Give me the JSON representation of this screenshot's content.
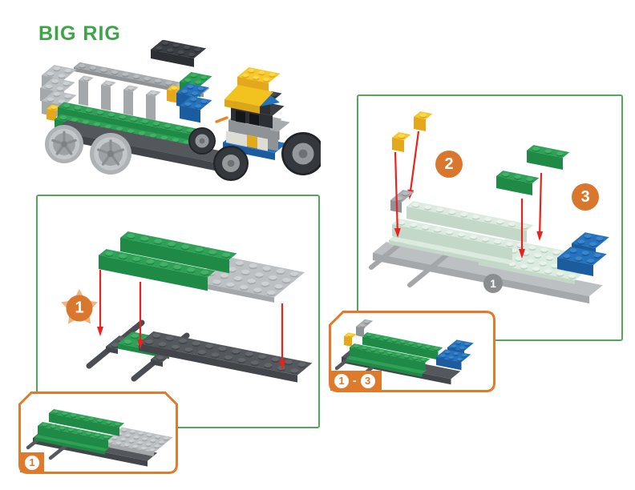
{
  "title": "BIG RIG",
  "steps": [
    {
      "number": "1",
      "badge_style": "starburst"
    },
    {
      "number": "2",
      "badge_style": "circle"
    },
    {
      "number": "3",
      "badge_style": "circle"
    }
  ],
  "previous_assembly_badge": "1",
  "callouts": {
    "range": {
      "from": "1",
      "separator": "-",
      "to": "3"
    },
    "single": {
      "number": "1"
    }
  },
  "colors": {
    "title_green": "#3EA449",
    "panel_border_green": "#55A656",
    "callout_border_orange": "#E2792B",
    "badge_orange": "#D9772E",
    "starburst_light_orange": "#F2B47E",
    "badge_gray": "#8B8E90",
    "arrow_red": "#E8231E",
    "brick_green": "#2EA157",
    "brick_pale_green": "#DCEBDF",
    "brick_blue": "#2673BD",
    "brick_yellow": "#F7C829",
    "brick_light_gray": "#BCC0C3",
    "brick_dark_gray": "#54585C"
  }
}
